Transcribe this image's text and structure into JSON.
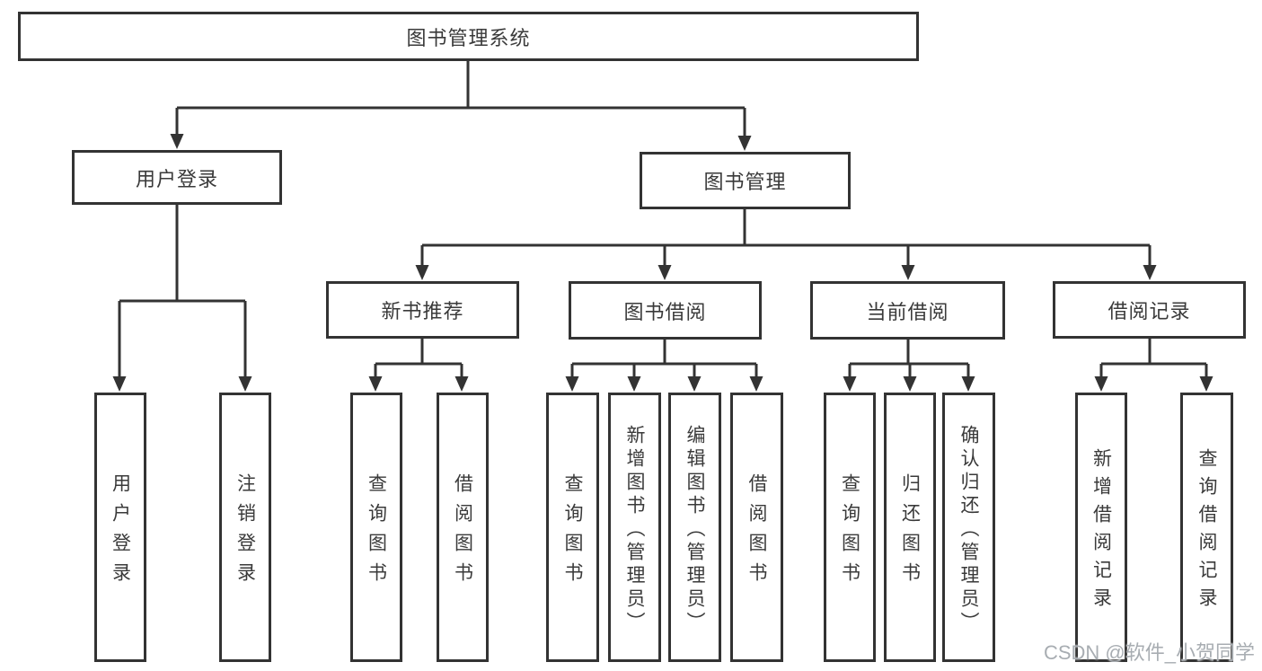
{
  "diagram": {
    "root": {
      "label": "图书管理系统"
    },
    "branches": [
      {
        "label": "用户登录",
        "children": [
          {
            "label": "用户登录"
          },
          {
            "label": "注销登录"
          }
        ]
      },
      {
        "label": "图书管理",
        "children": [
          {
            "label": "新书推荐",
            "children": [
              {
                "label": "查询图书"
              },
              {
                "label": "借阅图书"
              }
            ]
          },
          {
            "label": "图书借阅",
            "children": [
              {
                "label": "查询图书"
              },
              {
                "label": "新增图书（管理员）"
              },
              {
                "label": "编辑图书（管理员）"
              },
              {
                "label": "借阅图书"
              }
            ]
          },
          {
            "label": "当前借阅",
            "children": [
              {
                "label": "查询图书"
              },
              {
                "label": "归还图书"
              },
              {
                "label": "确认归还（管理员）"
              }
            ]
          },
          {
            "label": "借阅记录",
            "children": [
              {
                "label": "新增借阅记录"
              },
              {
                "label": "查询借阅记录"
              }
            ]
          }
        ]
      }
    ]
  },
  "watermark": {
    "text": "CSDN @软件_小贺同学"
  },
  "colors": {
    "line": "#333333",
    "text": "#3a3a3a",
    "watermark": "#a8adb2",
    "background": "#ffffff"
  }
}
